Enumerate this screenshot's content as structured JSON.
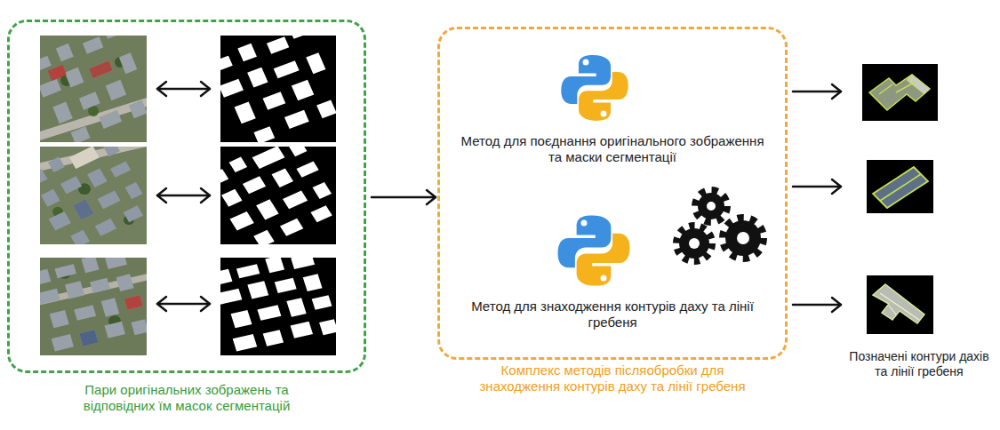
{
  "diagram": {
    "nodes": [
      {
        "text": [
          "Пари оригінальних зображень та відповідних їм масок сегментацій"
        ]
      },
      {
        "text": [
          "Метод для поєднання оригінального зображення та маски сегментації",
          "Метод для знаходження контурів даху та лінії гребеня",
          "Комплекс методів післяобробки для знаходження контурів даху та лінії гребеня"
        ]
      },
      {
        "text": [
          "Позначені контури дахів та лінії гребеня"
        ]
      }
    ],
    "edges": [
      {
        "from": 0,
        "to": 1,
        "arrow": "to"
      },
      {
        "from": 1,
        "to": 2,
        "arrow": "to"
      },
      {
        "from": 1,
        "to": 2,
        "arrow": "to"
      },
      {
        "from": 1,
        "to": 2,
        "arrow": "to"
      }
    ]
  }
}
